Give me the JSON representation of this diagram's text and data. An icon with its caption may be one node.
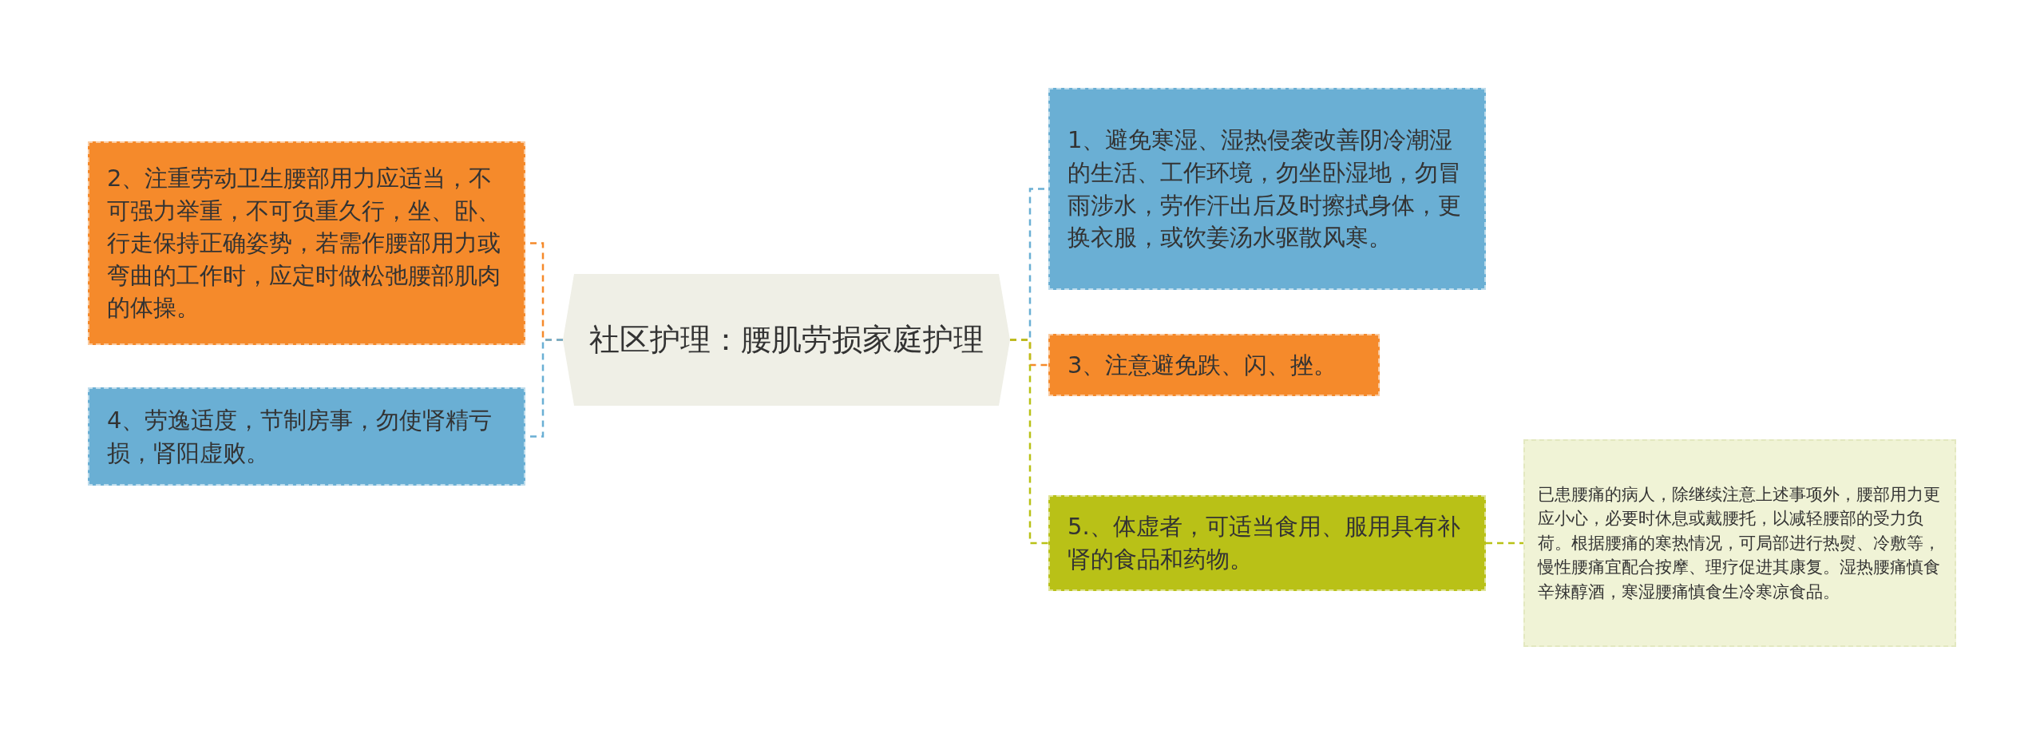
{
  "diagram": {
    "nodes": [
      {
        "text": [
          "社区护理：腰肌劳损家庭护理"
        ]
      },
      {
        "text": [
          "2、注重劳动卫生腰部用力应适当，不可强力举重，不可负重久行，坐、卧、行走保持正确姿势，若需作腰部用力或弯曲的工作时，应定时做松弛腰部肌肉的体操。"
        ]
      },
      {
        "text": [
          "4、劳逸适度，节制房事，勿使肾精亏损，肾阳虚败。"
        ]
      },
      {
        "text": [
          "1、避免寒湿、湿热侵袭改善阴冷潮湿的生活、工作环境，勿坐卧湿地，勿冒雨涉水，劳作汗出后及时擦拭身体，更换衣服，或饮姜汤水驱散风寒。"
        ]
      },
      {
        "text": [
          "3、注意避免跌、闪、挫。"
        ]
      },
      {
        "text": [
          "5.、体虚者，可适当食用、服用具有补肾的食品和药物。"
        ]
      },
      {
        "text": [
          "已患腰痛的病人，除继续注意上述事项外，腰部用力更应小心，必要时休息或戴腰托，以减轻腰部的受力负荷。根据腰痛的寒热情况，可局部进行热熨、冷敷等，慢性腰痛宜配合按摩、理疗促进其康复。湿热腰痛慎食辛辣醇酒，寒湿腰痛慎食生冷寒凉食品。"
        ]
      }
    ],
    "edges": [
      {
        "from": 0,
        "to": 1,
        "arrow": "none",
        "style": "dashed",
        "color": "#f58a2b"
      },
      {
        "from": 0,
        "to": 2,
        "arrow": "none",
        "style": "dashed",
        "color": "#6aafd4"
      },
      {
        "from": 0,
        "to": 3,
        "arrow": "none",
        "style": "dashed",
        "color": "#6aafd4"
      },
      {
        "from": 0,
        "to": 4,
        "arrow": "none",
        "style": "dashed",
        "color": "#f58a2b"
      },
      {
        "from": 0,
        "to": 5,
        "arrow": "none",
        "style": "dashed",
        "color": "#b9c117"
      },
      {
        "from": 5,
        "to": 6,
        "arrow": "none",
        "style": "dashed",
        "color": "#b9c117"
      }
    ]
  }
}
